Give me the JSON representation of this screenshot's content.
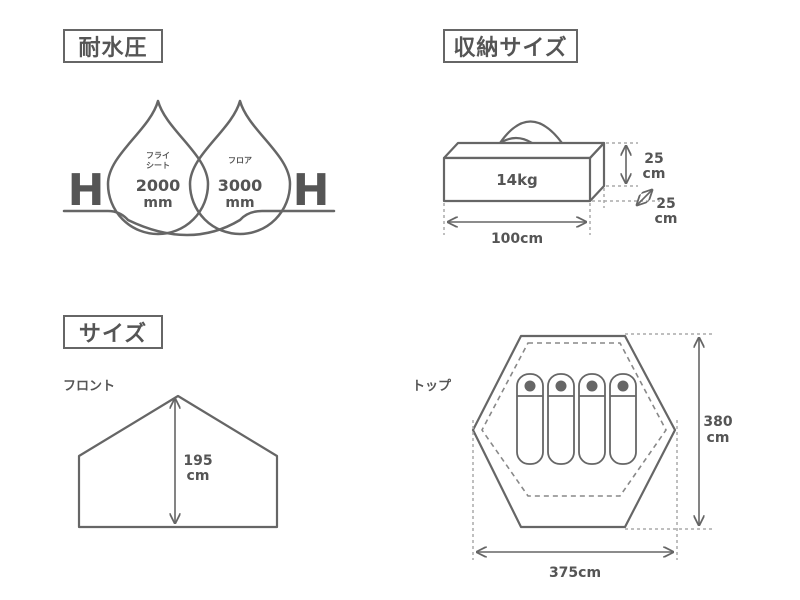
{
  "sections": {
    "water_resistance": {
      "title": "耐水圧"
    },
    "storage_size": {
      "title": "収納サイズ"
    },
    "size": {
      "title": "サイズ"
    }
  },
  "water_resistance": {
    "fly": {
      "label_line1": "フライ",
      "label_line2": "シート",
      "value": "2000",
      "unit": "mm"
    },
    "floor": {
      "label": "フロア",
      "value": "3000",
      "unit": "mm"
    },
    "h_letter": "H"
  },
  "storage": {
    "weight": "14kg",
    "length": "100cm",
    "height_value": "25",
    "height_unit": "cm",
    "depth_value": "25",
    "depth_unit": "cm"
  },
  "size": {
    "front": {
      "label": "フロント",
      "height_value": "195",
      "height_unit": "cm"
    },
    "top": {
      "label": "トップ",
      "depth_value": "380",
      "depth_unit": "cm",
      "width": "375cm"
    }
  },
  "colors": {
    "line": "#666666",
    "dashed": "#aaaaaa",
    "text": "#555555"
  }
}
